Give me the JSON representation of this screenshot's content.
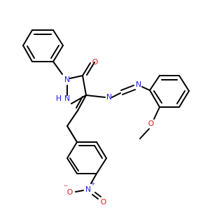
{
  "molecule": {
    "atoms": {
      "oxygen_carbonyl": "O",
      "nitrogen_ring_1": "N",
      "nitrogen_ring_2_h": "N",
      "hydrogen_on_n2": "H",
      "nitrogen_azo_1": "N",
      "nitrogen_azo_2": "N",
      "oxygen_methoxy": "O",
      "nitrogen_nitro": "N",
      "nitro_charge_plus": "+",
      "oxygen_nitro_left": "O",
      "nitro_charge_minus": "−",
      "oxygen_nitro_right": "O"
    },
    "colors": {
      "bond": "#000000",
      "nitrogen": "#2020e0",
      "oxygen": "#e02020",
      "background": "#ffffff"
    }
  }
}
